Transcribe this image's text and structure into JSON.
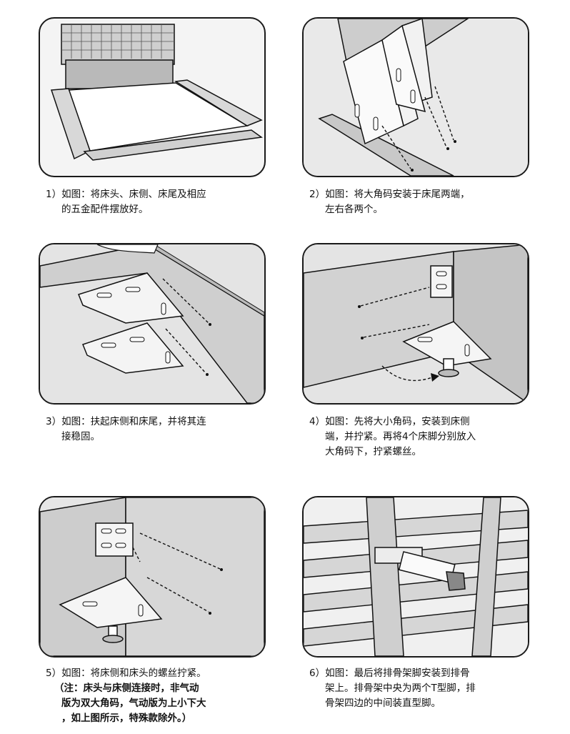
{
  "steps": [
    {
      "number": "1）",
      "lines": [
        "如图：将床头、床侧、床尾及相应",
        "的五金配件摆放好。"
      ]
    },
    {
      "number": "2）",
      "lines": [
        "如图：将大角码安装于床尾两端，",
        "左右各两个。"
      ]
    },
    {
      "number": "3）",
      "lines": [
        "如图：扶起床侧和床尾，并将其连",
        "接稳固。"
      ]
    },
    {
      "number": "4）",
      "lines": [
        "如图：先将大小角码，安装到床侧",
        "端，并拧紧。再将4个床脚分别放入",
        "大角码下，拧紧螺丝。"
      ]
    },
    {
      "number": "5）",
      "lines": [
        "如图：将床侧和床头的螺丝拧紧。"
      ],
      "note_lines": [
        "（注：床头与床侧连接时，非气动",
        "版为双大角码，气动版为上小下大",
        "，如上图所示，特殊款除外。）"
      ]
    },
    {
      "number": "6）",
      "lines": [
        "如图：最后将排骨架脚安装到排骨",
        "架上。排骨架中央为两个T型脚，排",
        "骨架四边的中间装直型脚。"
      ]
    }
  ]
}
